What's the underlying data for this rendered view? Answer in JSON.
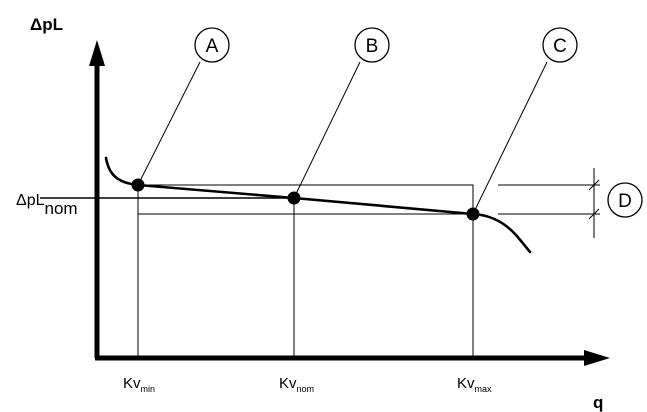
{
  "axes": {
    "y_title": "ΔpL",
    "x_title": "q"
  },
  "reference": {
    "main": "ΔpL",
    "sub": "nom"
  },
  "ticks": [
    {
      "main": "Kv",
      "sub": "min"
    },
    {
      "main": "Kv",
      "sub": "nom"
    },
    {
      "main": "Kv",
      "sub": "max"
    }
  ],
  "callouts": [
    "A",
    "B",
    "C",
    "D"
  ]
}
